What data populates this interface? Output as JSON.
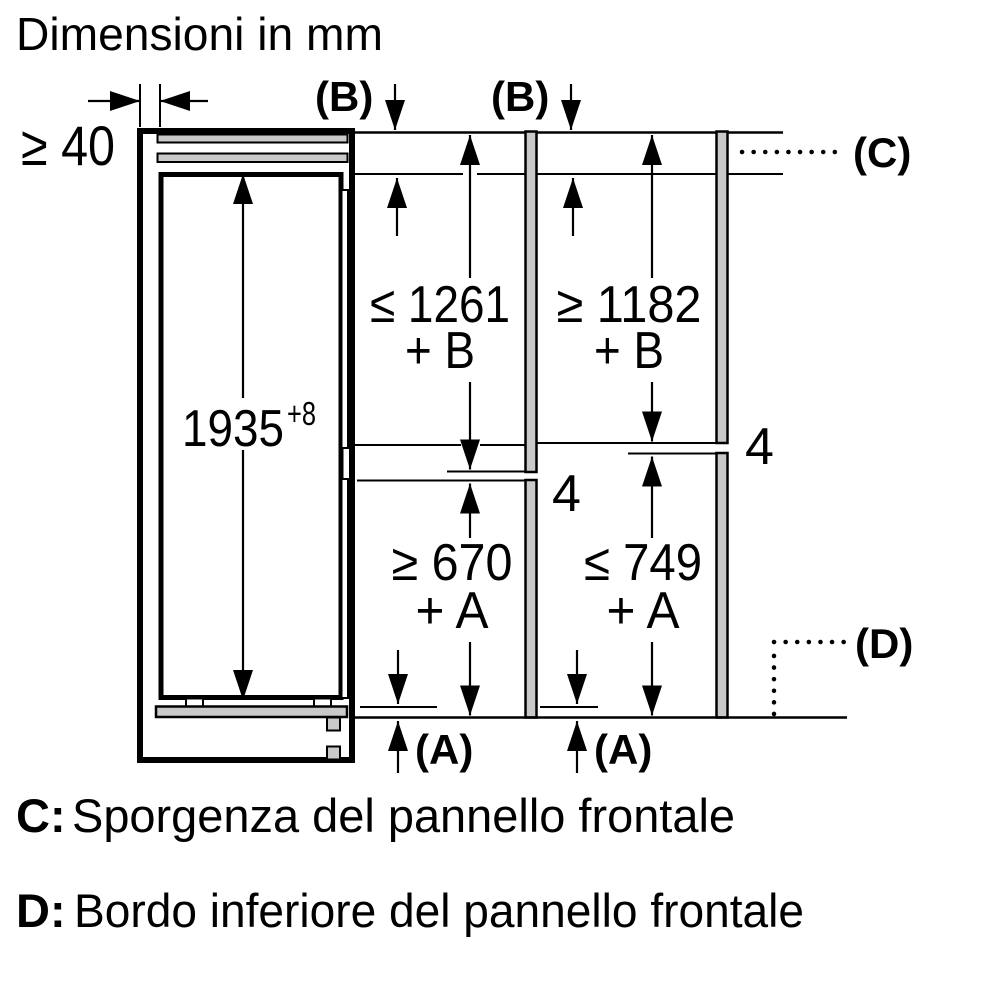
{
  "title": "Dimensioni in mm",
  "colors": {
    "line": "#000000",
    "panel_fill": "#c9c9c9",
    "background": "#ffffff"
  },
  "diagram": {
    "top_clearance": "≥ 40",
    "niche_height": "1935",
    "niche_height_tolerance": "+8",
    "b_label_left": "(B)",
    "b_label_right": "(B)",
    "c_label": "(C)",
    "d_label": "(D)",
    "a_label_left": "(A)",
    "a_label_right": "(A)",
    "door_gap_left": "4",
    "door_gap_right": "4",
    "upper_panel_max": {
      "value": "≤ 1261",
      "suffix": "+ B"
    },
    "upper_panel_min": {
      "value": "≥ 1182",
      "suffix": "+ B"
    },
    "lower_panel_min": {
      "value": "≥ 670",
      "suffix": "+ A"
    },
    "lower_panel_max": {
      "value": "≤ 749",
      "suffix": "+ A"
    }
  },
  "legend": {
    "c_key": "C:",
    "c_text": "Sporgenza del pannello frontale",
    "d_key": "D:",
    "d_text": "Bordo inferiore del pannello frontale"
  }
}
